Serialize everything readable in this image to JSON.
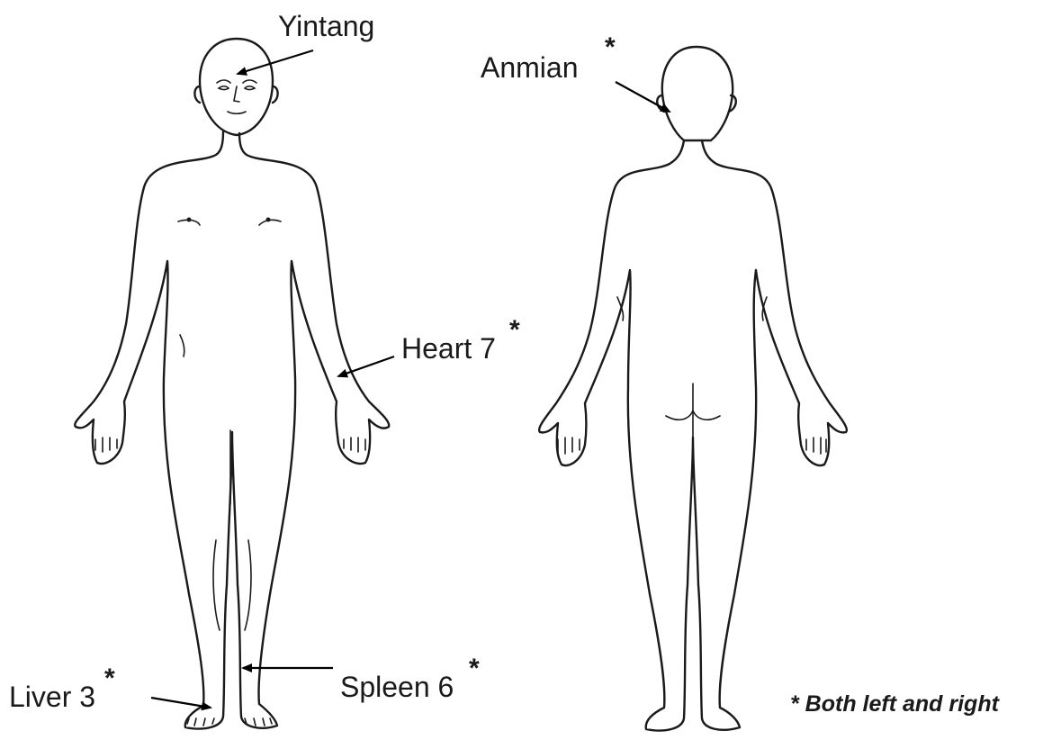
{
  "labels": {
    "yintang": "Yintang",
    "anmian": "Anmian",
    "heart7": "Heart 7",
    "liver3": "Liver 3",
    "spleen6": "Spleen 6",
    "asterisk": "*"
  },
  "footnote": "* Both left and right",
  "colors": {
    "line": "#1a1a1a",
    "background": "#ffffff"
  }
}
